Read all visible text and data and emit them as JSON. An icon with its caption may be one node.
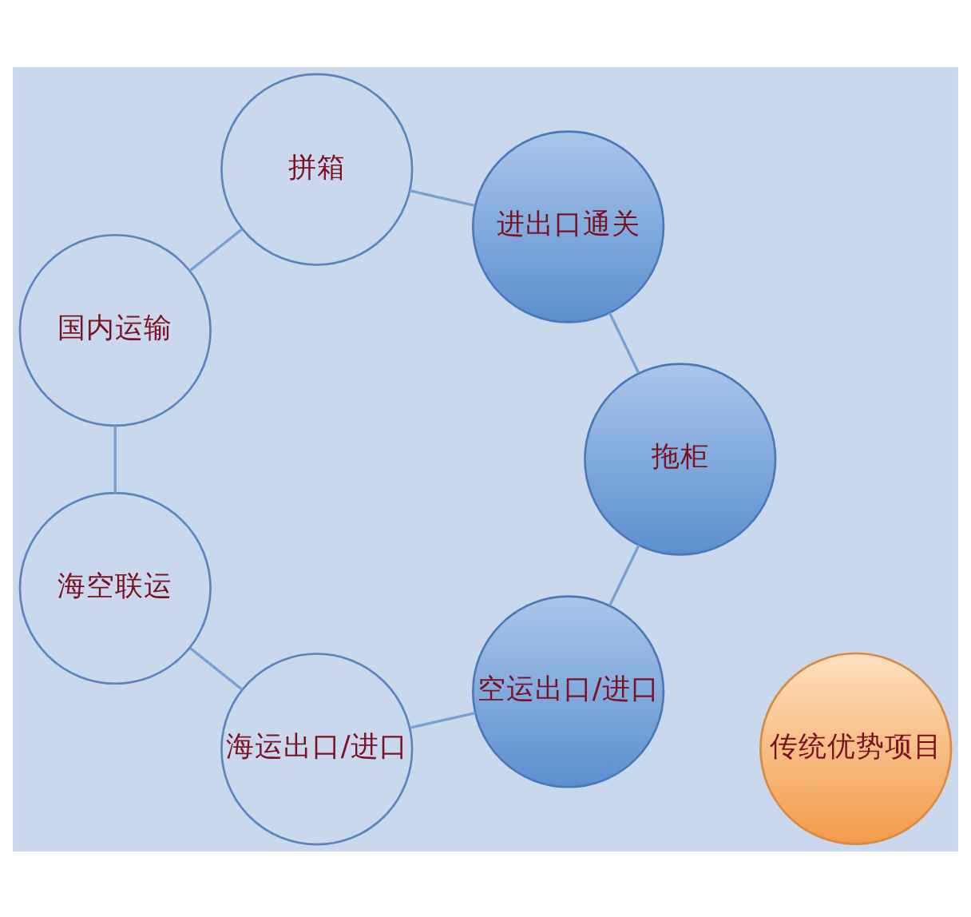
{
  "diagram": {
    "nodes": [
      {
        "text": [
          "空运出口/进口"
        ]
      },
      {
        "text": [
          "拖柜"
        ]
      },
      {
        "text": [
          "海运出口/进口"
        ]
      },
      {
        "text": [
          "传统优势项目"
        ]
      },
      {
        "text": [
          "海空联运"
        ]
      },
      {
        "text": [
          "进出口通关"
        ]
      },
      {
        "text": [
          "拼箱"
        ]
      },
      {
        "text": [
          "国内运输"
        ]
      }
    ],
    "edges": [
      {
        "from": 0,
        "to": 2,
        "arrow": "none"
      },
      {
        "from": 2,
        "to": 4,
        "arrow": "none"
      },
      {
        "from": 4,
        "to": 7,
        "arrow": "none"
      },
      {
        "from": 7,
        "to": 6,
        "arrow": "none"
      },
      {
        "from": 6,
        "to": 5,
        "arrow": "none"
      },
      {
        "from": 5,
        "to": 1,
        "arrow": "none"
      },
      {
        "from": 1,
        "to": 0,
        "arrow": "none"
      }
    ]
  }
}
